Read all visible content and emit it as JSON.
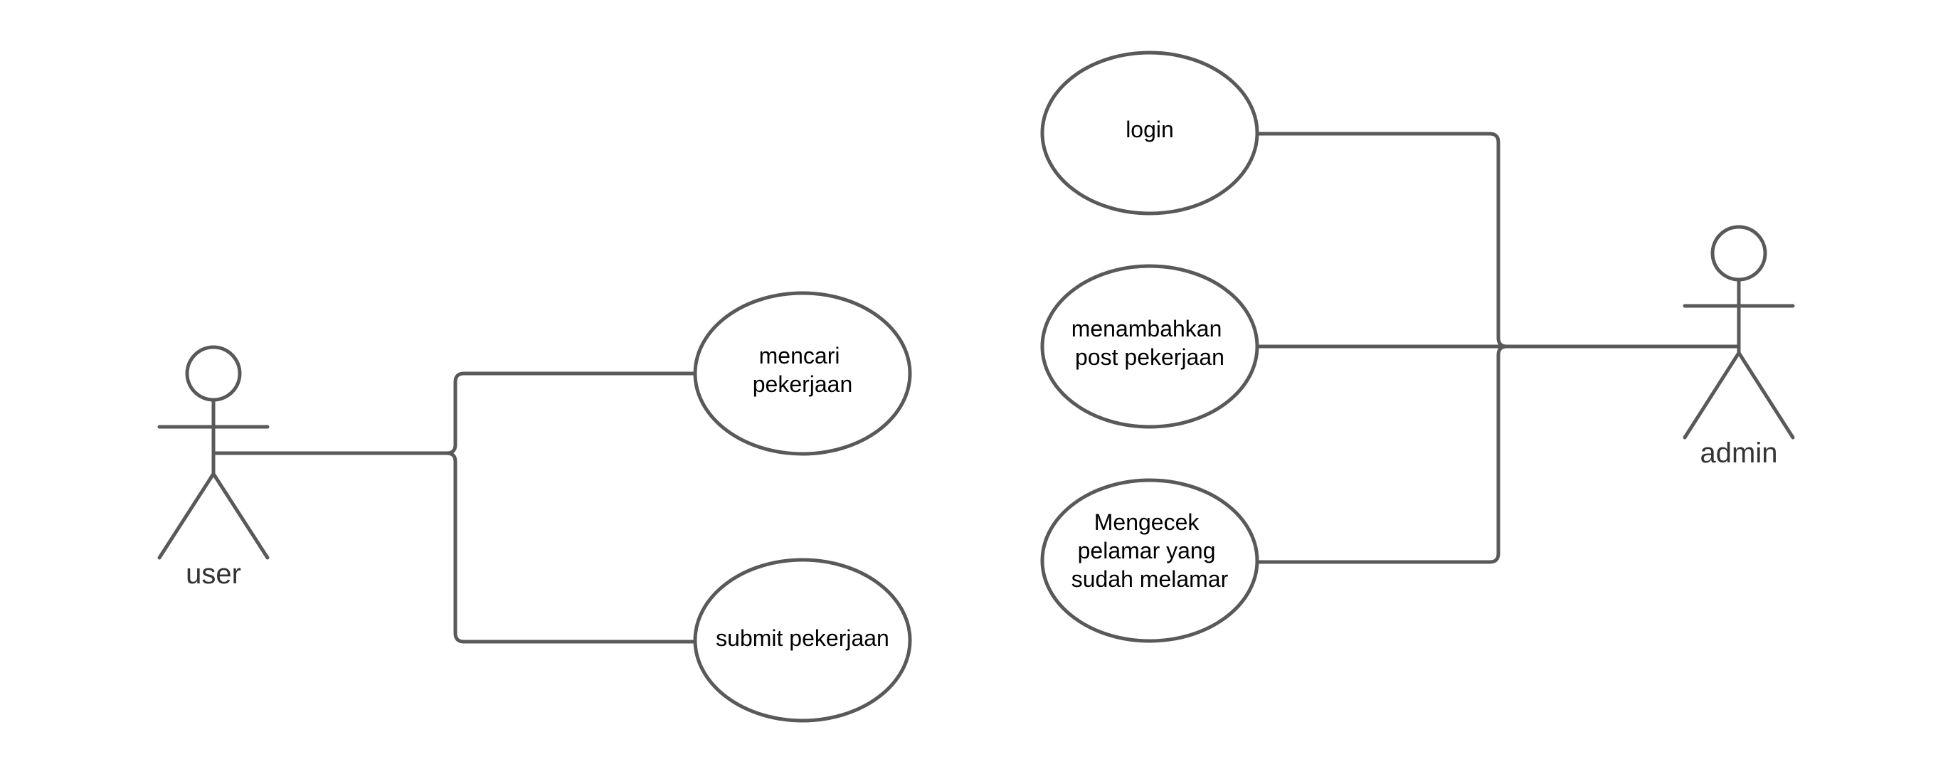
{
  "actors": {
    "user": {
      "label": "user"
    },
    "admin": {
      "label": "admin"
    }
  },
  "use_cases": {
    "mencari": {
      "lines": [
        "mencari",
        "pekerjaan"
      ]
    },
    "submit": {
      "lines": [
        "submit pekerjaan"
      ]
    },
    "login": {
      "lines": [
        "login"
      ]
    },
    "menambahkan": {
      "lines": [
        "menambahkan",
        "post pekerjaan"
      ]
    },
    "mengecek": {
      "lines": [
        "Mengecek",
        "pelamar yang",
        "sudah melamar"
      ]
    }
  },
  "colors": {
    "stroke": "#595959",
    "text": "#000000",
    "actor_text": "#333333",
    "background": "#ffffff"
  }
}
